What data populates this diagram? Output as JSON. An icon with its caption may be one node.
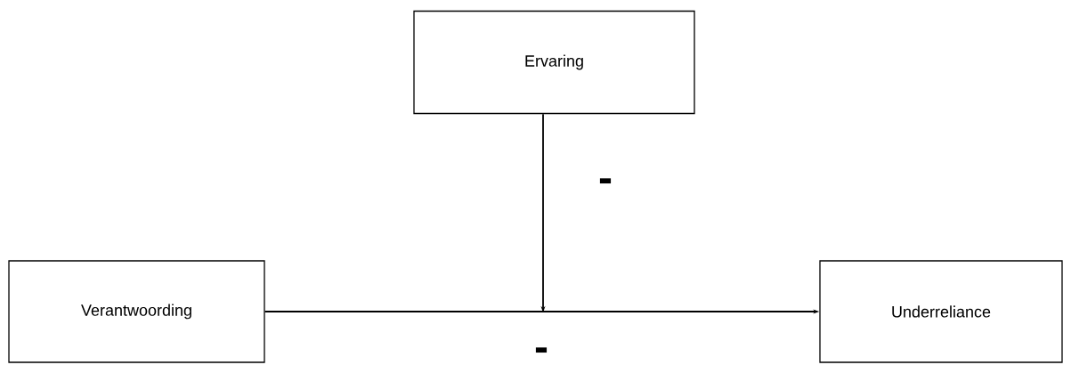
{
  "diagram": {
    "nodes": [
      {
        "text": [
          "Ervaring"
        ]
      },
      {
        "text": [
          "Verantwoording"
        ]
      },
      {
        "text": [
          "Underreliance"
        ]
      }
    ],
    "edges": [
      {
        "from": 1,
        "to": 2,
        "arrow": "to",
        "label": "-"
      },
      {
        "from": 0,
        "to": null,
        "arrow": "to",
        "label": "-"
      }
    ]
  }
}
